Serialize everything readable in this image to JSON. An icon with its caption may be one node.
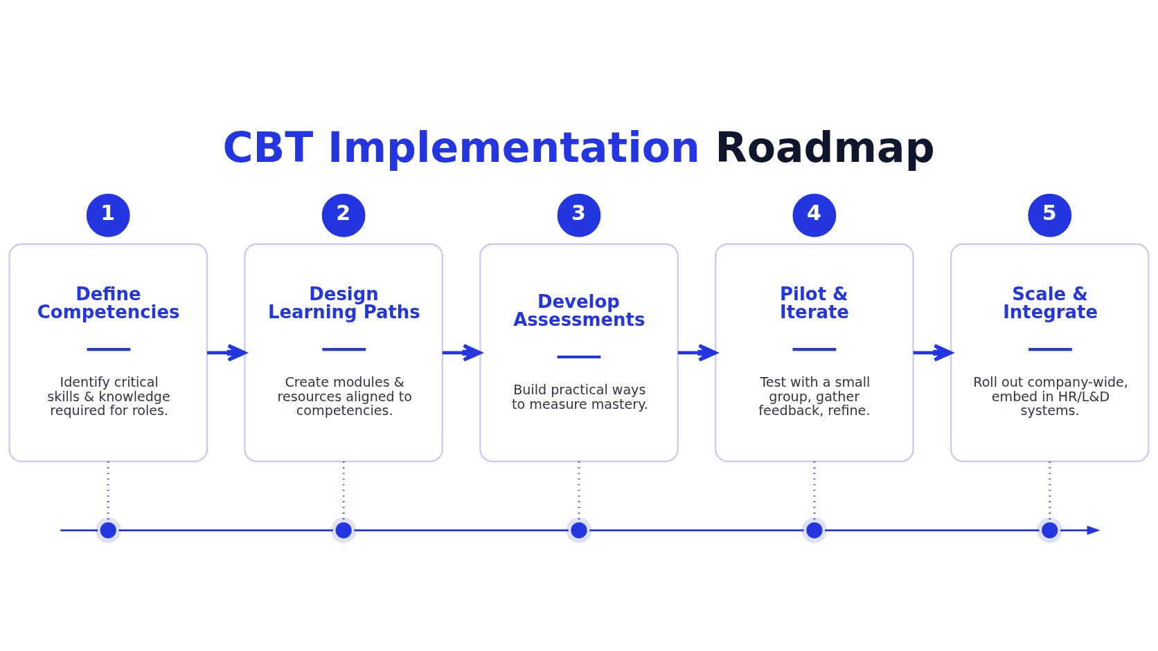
{
  "diagram": {
    "title": "CBT Implementation Roadmap",
    "nodes": [
      {
        "text": [
          "1"
        ]
      },
      {
        "text": [
          "Define Competencies",
          "Identify critical skills & knowledge required for roles."
        ]
      },
      {
        "text": [
          "2"
        ]
      },
      {
        "text": [
          "Design Learning Paths",
          "Create modules & resources aligned to competencies."
        ]
      },
      {
        "text": [
          "3"
        ]
      },
      {
        "text": [
          "Develop Assessments",
          "Build practical ways to measure mastery."
        ]
      },
      {
        "text": [
          "4"
        ]
      },
      {
        "text": [
          "Pilot & Iterate",
          "Test with a small group, gather feedback, refine."
        ]
      },
      {
        "text": [
          "5"
        ]
      },
      {
        "text": [
          "Scale & Integrate",
          "Roll out company-wide, embed in HR/L&D systems."
        ]
      },
      {
        "text": [],
        "shape": "circle"
      },
      {
        "text": [],
        "shape": "circle"
      },
      {
        "text": [],
        "shape": "circle"
      },
      {
        "text": [],
        "shape": "circle"
      },
      {
        "text": [],
        "shape": "circle"
      }
    ],
    "edges": [
      {
        "from": 1,
        "to": 3,
        "arrow": "to"
      },
      {
        "from": 3,
        "to": 5,
        "arrow": "to"
      },
      {
        "from": 5,
        "to": 7,
        "arrow": "to"
      },
      {
        "from": 7,
        "to": 9,
        "arrow": "to"
      },
      {
        "from": 1,
        "to": 10,
        "arrow": "none",
        "style": "dashed"
      },
      {
        "from": 3,
        "to": 11,
        "arrow": "none",
        "style": "dashed"
      },
      {
        "from": 5,
        "to": 12,
        "arrow": "none",
        "style": "dashed"
      },
      {
        "from": 7,
        "to": 13,
        "arrow": "none",
        "style": "dashed"
      },
      {
        "from": 9,
        "to": 14,
        "arrow": "none",
        "style": "dashed"
      },
      {
        "from": null,
        "to": 10,
        "arrow": "none"
      },
      {
        "from": 10,
        "to": 11,
        "arrow": "none"
      },
      {
        "from": 11,
        "to": 12,
        "arrow": "none"
      },
      {
        "from": 12,
        "to": 13,
        "arrow": "none"
      },
      {
        "from": 13,
        "to": 14,
        "arrow": "none"
      },
      {
        "from": 14,
        "to": null,
        "arrow": "to"
      }
    ]
  }
}
